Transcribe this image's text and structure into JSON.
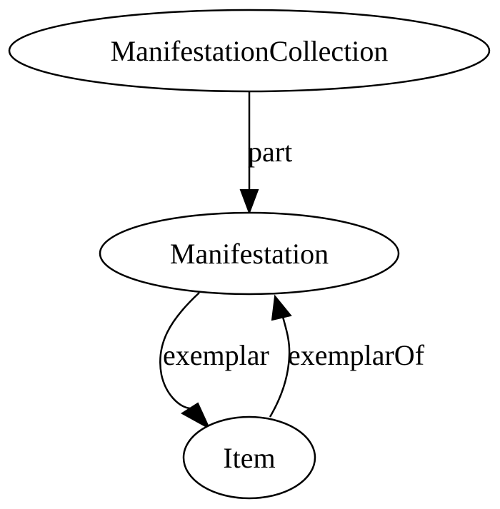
{
  "diagram": {
    "nodes": {
      "manifestation_collection": "ManifestationCollection",
      "manifestation": "Manifestation",
      "item": "Item"
    },
    "edges": {
      "part": "part",
      "exemplar": "exemplar",
      "exemplar_of": "exemplarOf"
    }
  }
}
